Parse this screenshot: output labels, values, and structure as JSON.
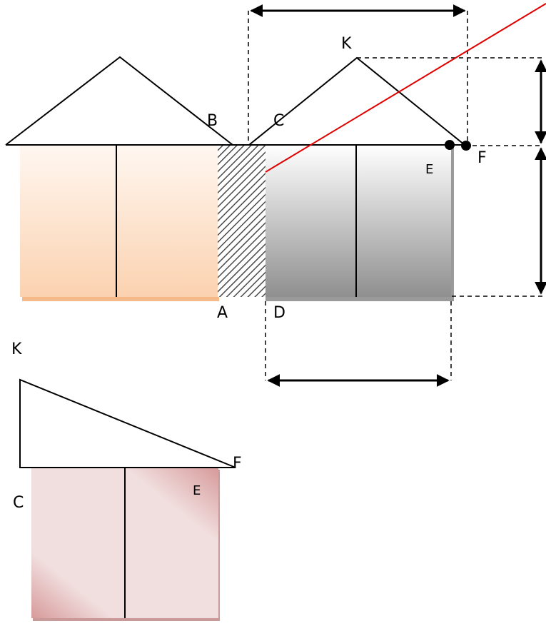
{
  "labels": {
    "B": "B",
    "C_top": "C",
    "K_top": "K",
    "E_top": "E",
    "F_top": "F",
    "A": "A",
    "D": "D",
    "K_bottom": "K",
    "F_bottom": "F",
    "E_bottom": "E",
    "C_bottom": "C"
  },
  "colors": {
    "left_wall_top": "#fff7f1",
    "left_wall_bottom": "#fbd2b0",
    "left_wall_edge": "#f5b98a",
    "right_wall_top": "#ffffff",
    "right_wall_bottom": "#8f8f8f",
    "right_wall_edge": "#9a9a9a",
    "bottom_wall_light": "#f1dede",
    "bottom_wall_dark": "#d79a9a",
    "bottom_wall_edge": "#c89a9a",
    "sight_line": "#e00000",
    "hatch": "#4a4a4a"
  }
}
